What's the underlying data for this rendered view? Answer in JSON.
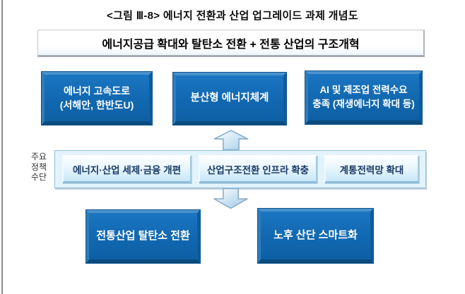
{
  "figure": {
    "title": "<그림 Ⅲ-8> 에너지 전환과 산업 업그레이드 과제 개념도"
  },
  "banner": {
    "text": "에너지공급 확대와 탈탄소 전환 + 전통 산업의 구조개혁"
  },
  "goals": [
    {
      "lines": [
        "에너지 고속도로",
        "(서해안, 한반도U)"
      ]
    },
    {
      "lines": [
        "분산형 에너지체계"
      ]
    },
    {
      "lines": [
        "AI 및 제조업 전력수요",
        "충족 (재생에너지 확대 등)"
      ]
    }
  ],
  "policy": {
    "side_label": [
      "주요",
      "정책",
      "수단"
    ],
    "items": [
      "에너지·산업 세제·금융 개편",
      "산업구조전환 인프라 확충",
      "계통전력망 확대"
    ]
  },
  "outcomes": [
    "전통산업 탈탄소 전환",
    "노후 산단 스마트화"
  ],
  "colors": {
    "box_blue": "#1168b0",
    "box_blue_highlight": "#4a92cd",
    "box_blue_shadow": "#0a4b7e",
    "policy_box_fill": "#c8e7f8",
    "policy_box_text": "#1b3a66",
    "policy_container_fill": "#e3f3fc",
    "policy_container_border": "#8fc0e0",
    "arrow_fill_light": "#ffffff",
    "arrow_fill_dark": "#a5cfe9",
    "arrow_stroke": "#88adc8"
  }
}
